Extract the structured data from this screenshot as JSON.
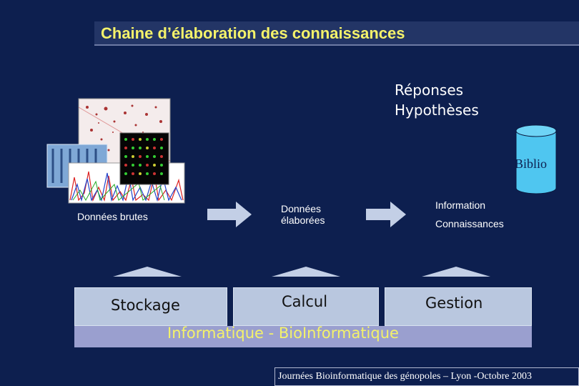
{
  "title": "Chaine d’élaboration des connaissances",
  "results": {
    "line1": "Réponses",
    "line2": "Hypothèses"
  },
  "database": {
    "label": "Biblio",
    "icon": "database-cylinder-icon"
  },
  "stages": {
    "raw": "Données brutes",
    "elaborated_line1": "Données",
    "elaborated_line2": "élaborées",
    "information": "Information",
    "knowledge": "Connaissances"
  },
  "pillars": {
    "storage": "Stockage",
    "compute": "Calcul",
    "management": "Gestion"
  },
  "foundation": "Informatique - BioInformatique",
  "footer": "Journées Bioinformatique des génopoles – Lyon -Octobre  2003",
  "colors": {
    "background": "#0d1f4f",
    "title": "#f4f26a",
    "pillar_box": "#b9c7df",
    "foundation_band": "#9a9fcf",
    "arrow": "#c3cfe6",
    "cylinder": "#4fc6f0"
  }
}
